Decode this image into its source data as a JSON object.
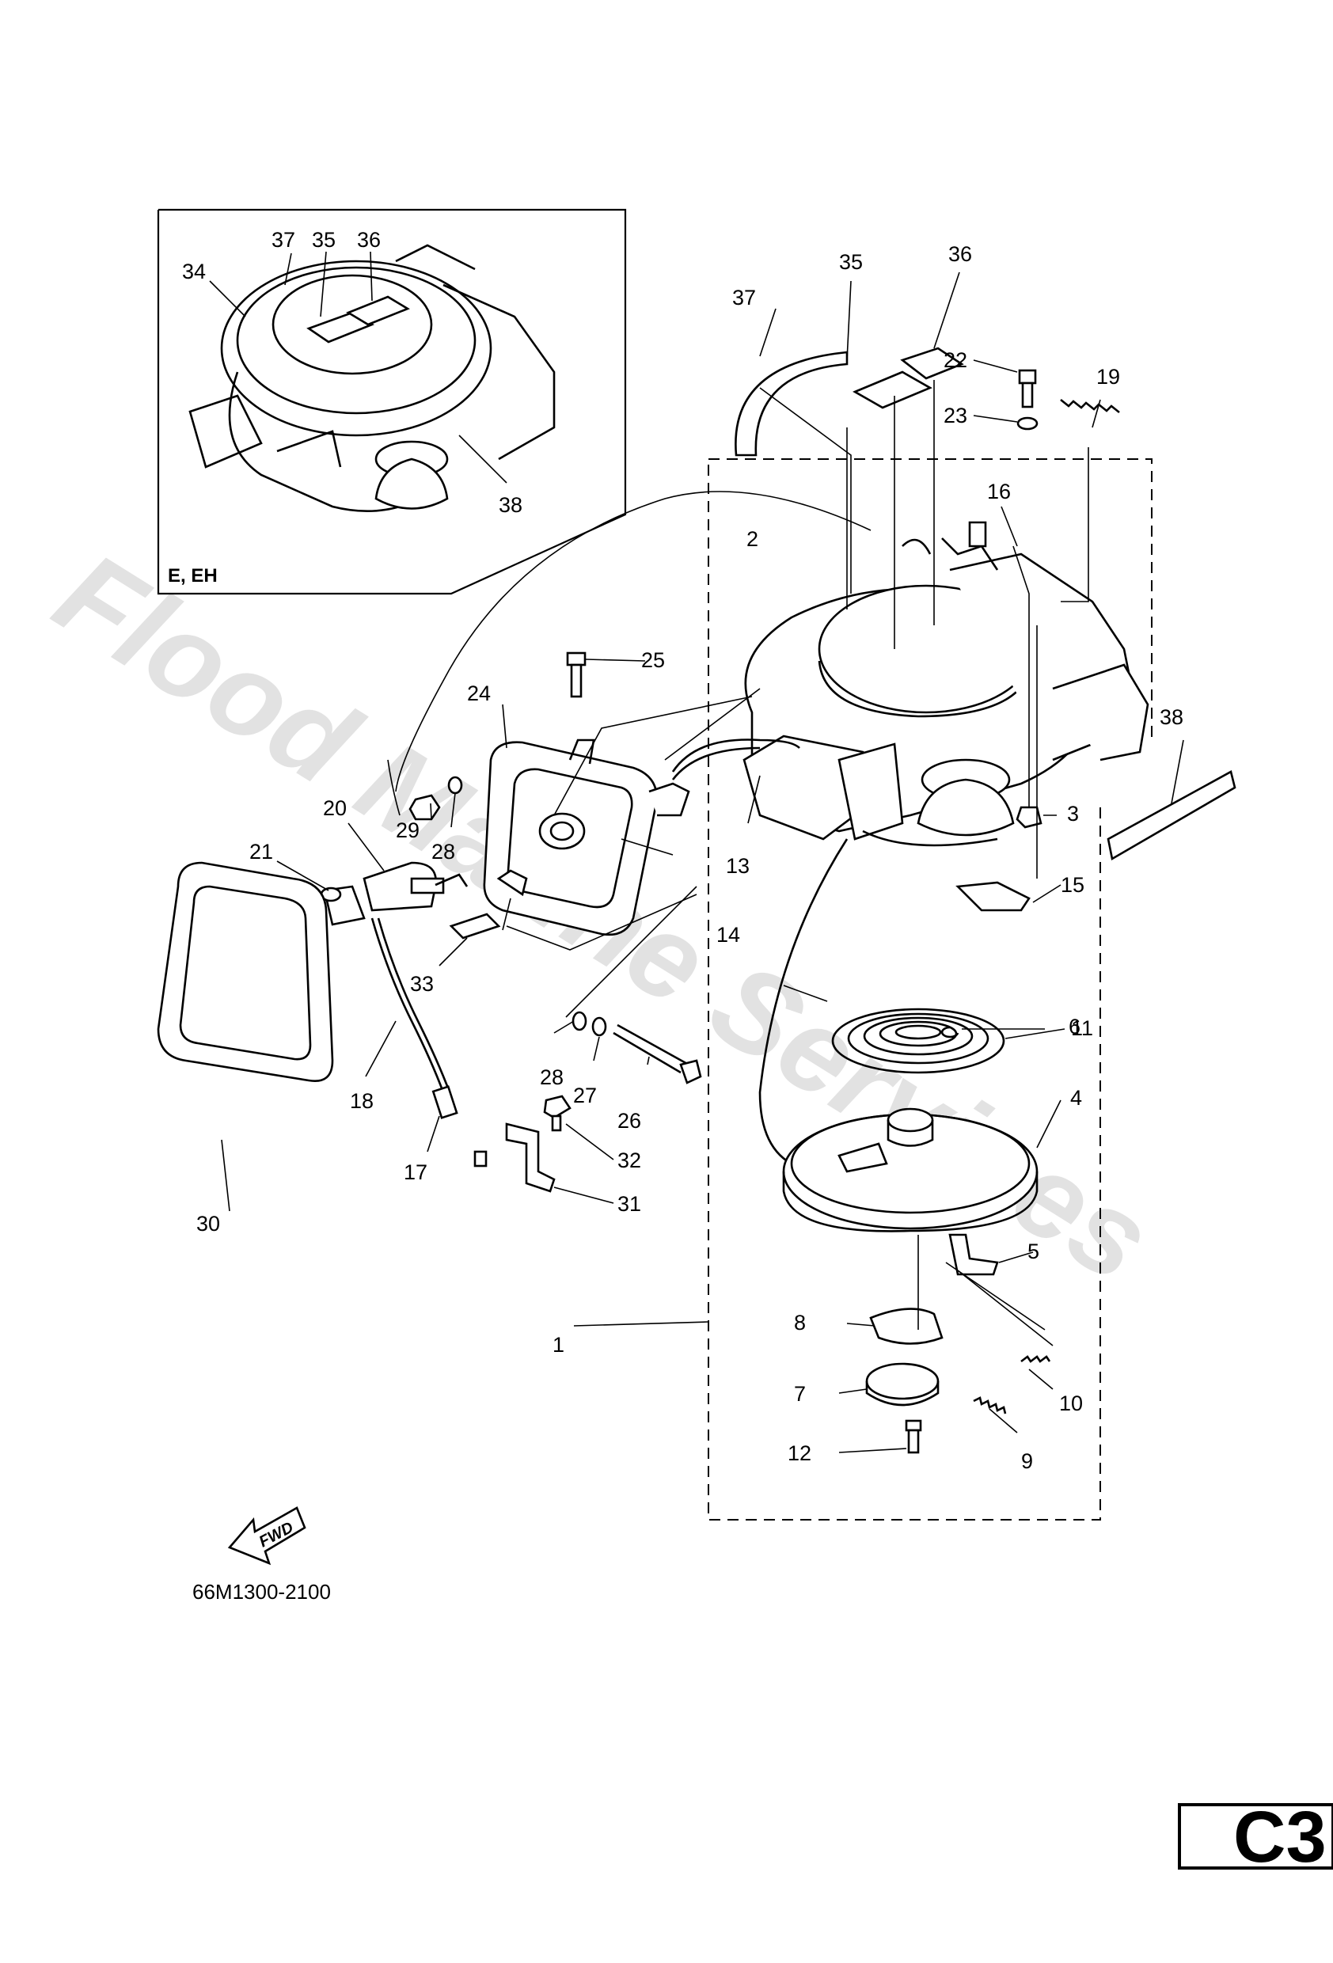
{
  "watermark": "Flood Marine Services",
  "drawing_number": "66M1300-2100",
  "page_code": "C3",
  "inset": {
    "label": "E, EH",
    "callouts": [
      "34",
      "37",
      "35",
      "36",
      "38"
    ]
  },
  "fwd_arrow": {
    "text": "FWD"
  },
  "callouts": [
    "1",
    "2",
    "3",
    "4",
    "5",
    "6",
    "7",
    "8",
    "9",
    "10",
    "11",
    "12",
    "13",
    "14",
    "15",
    "16",
    "17",
    "18",
    "19",
    "20",
    "21",
    "22",
    "23",
    "24",
    "25",
    "26",
    "27",
    "28",
    "29",
    "30",
    "31",
    "32",
    "33",
    "35",
    "36",
    "37",
    "38",
    "28"
  ]
}
